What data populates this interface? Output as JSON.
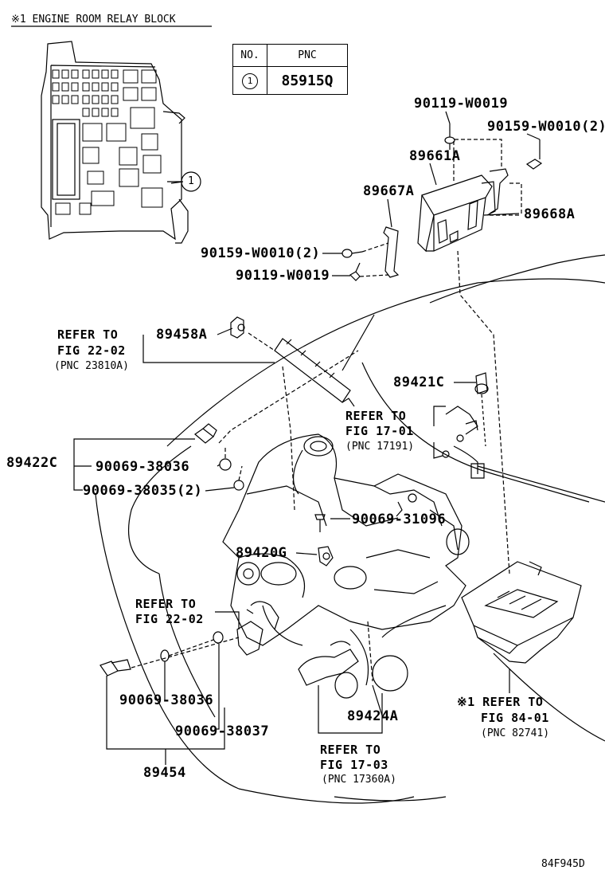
{
  "header": {
    "title": "※1 ENGINE ROOM RELAY BLOCK"
  },
  "pnc_table": {
    "col_no": "NO.",
    "col_pnc": "PNC",
    "rows": [
      {
        "no": "1",
        "pnc": "85915Q"
      }
    ]
  },
  "callout": {
    "relay_marker": "1"
  },
  "labels": {
    "p90119_w0019_top": "90119-W0019",
    "p90159_w0010_top": "90159-W0010(2)",
    "p89661a": "89661A",
    "p89667a": "89667A",
    "p89668a": "89668A",
    "p90159_w0010_left": "90159-W0010(2)",
    "p90119_w0019_left": "90119-W0019",
    "p89458a": "89458A",
    "p89421c": "89421C",
    "p89422c": "89422C",
    "p90069_38036_a": "90069-38036",
    "p90069_38035": "90069-38035(2)",
    "p90069_31096": "90069-31096",
    "p89420g": "89420G",
    "p90069_38036_b": "90069-38036",
    "p90069_38037": "90069-38037",
    "p89454": "89454",
    "p89424a": "89424A",
    "figure_code": "84F945D"
  },
  "refs": {
    "fig22_02_a": {
      "line1": "REFER TO",
      "line2": "FIG 22-02",
      "line3": "(PNC 23810A)"
    },
    "fig17_01": {
      "line1": "REFER TO",
      "line2": "FIG 17-01",
      "line3": "(PNC 17191)"
    },
    "fig22_02_b": {
      "line1": "REFER TO",
      "line2": "FIG 22-02"
    },
    "fig84_01": {
      "line1": "※1 REFER TO",
      "line2": "FIG 84-01",
      "line3": "(PNC 82741)"
    },
    "fig17_03": {
      "line1": "REFER TO",
      "line2": "FIG 17-03",
      "line3": "(PNC 17360A)"
    }
  }
}
